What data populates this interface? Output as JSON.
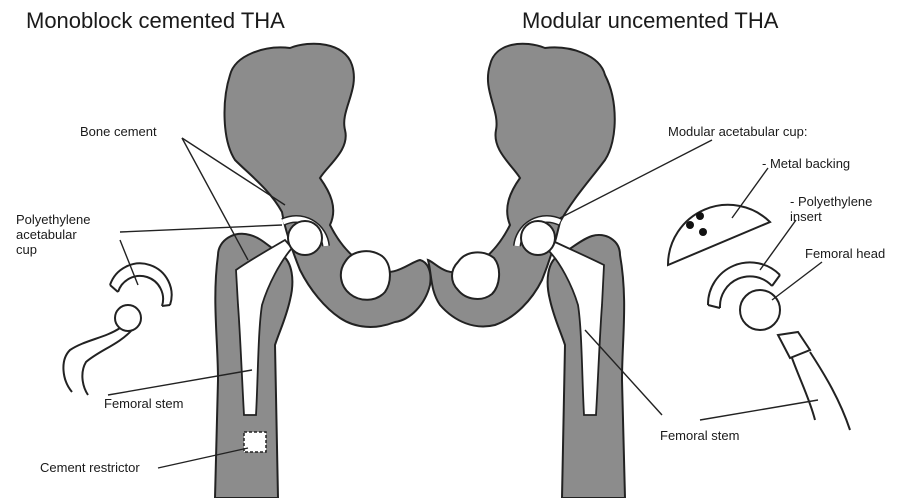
{
  "titles": {
    "left": "Monoblock cemented THA",
    "right": "Modular uncemented THA"
  },
  "labels": {
    "bone_cement": "Bone cement",
    "poly_cup_line1": "Polyethylene",
    "poly_cup_line2": "acetabular",
    "poly_cup_line3": "cup",
    "femoral_stem_left": "Femoral stem",
    "cement_restrictor": "Cement restrictor",
    "modular_cup": "Modular acetabular cup:",
    "metal_backing": "- Metal backing",
    "poly_insert_line1": "- Polyethylene",
    "poly_insert_line2": "insert",
    "femoral_head": "Femoral head",
    "femoral_stem_right": "Femoral stem"
  },
  "colors": {
    "bone": "#8c8c8c",
    "implant": "#ffffff",
    "outline": "#222222",
    "background": "#ffffff"
  }
}
